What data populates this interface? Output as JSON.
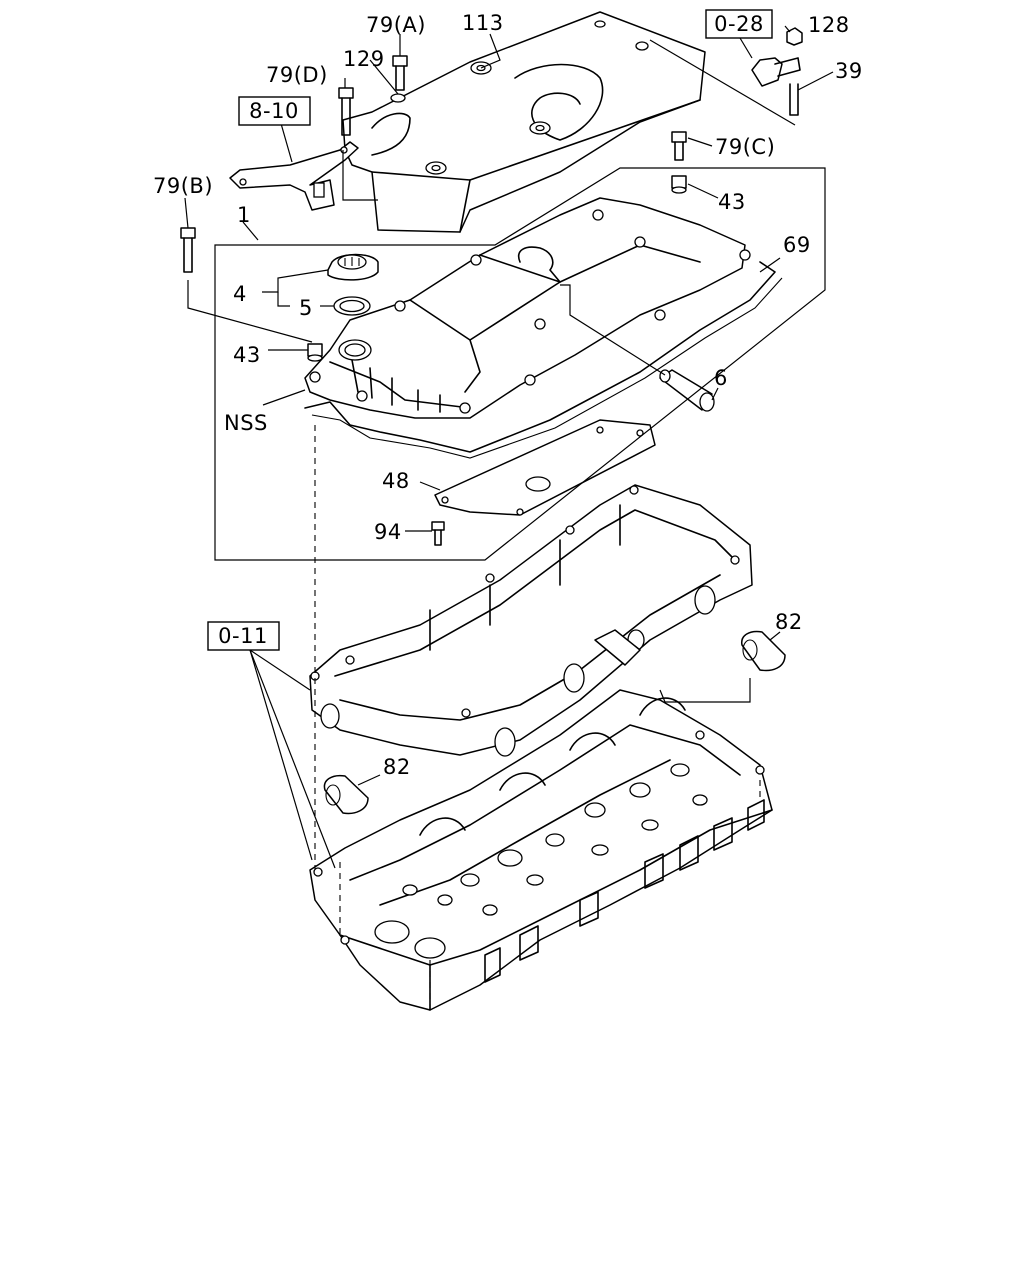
{
  "diagram": {
    "labels": {
      "l79a": "79(A)",
      "l113": "113",
      "l128": "128",
      "l39": "39",
      "l129": "129",
      "l79d": "79(D)",
      "l79c": "79(C)",
      "l79b": "79(B)",
      "l43a": "43",
      "l43b": "43",
      "l1": "1",
      "l69": "69",
      "l4": "4",
      "l5": "5",
      "l6": "6",
      "lnss": "NSS",
      "l48": "48",
      "l94": "94",
      "l82a": "82",
      "l82b": "82"
    },
    "refs": {
      "r028": "0-28",
      "r810": "8-10",
      "r011": "0-11"
    }
  }
}
